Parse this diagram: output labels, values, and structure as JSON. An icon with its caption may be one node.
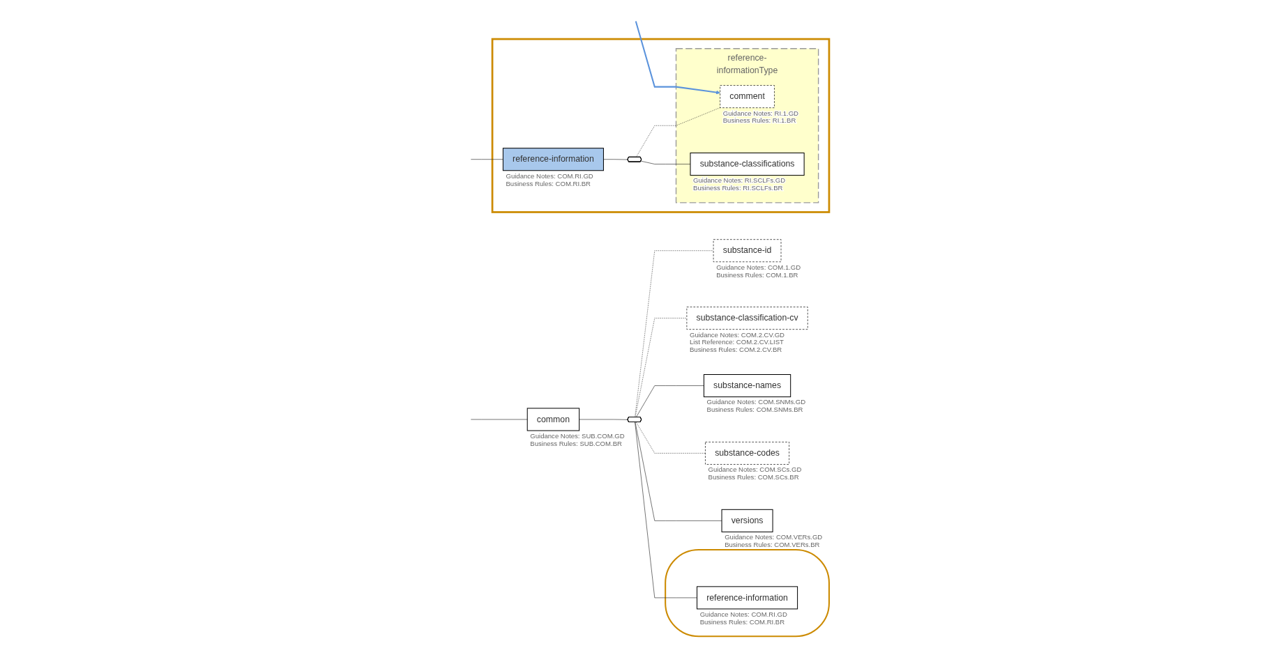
{
  "diagram": {
    "nodes": [
      {
        "text": [
          "common"
        ],
        "beside": [
          "Guidance Notes: SUB.COM.GD",
          "Business Rules: SUB.COM.BR"
        ]
      },
      {
        "text": [],
        "shape": "octagon"
      },
      {
        "text": [
          "substance-id"
        ],
        "beside": [
          "Guidance Notes: COM.1.GD",
          "Business Rules: COM.1.BR"
        ]
      },
      {
        "text": [
          "substance-classification-cv"
        ],
        "beside": [
          "Guidance Notes: COM.2.CV.GD",
          "List Reference: COM.2.CV.LIST",
          "Business Rules: COM.2.CV.BR"
        ]
      },
      {
        "text": [
          "substance-names"
        ],
        "beside": [
          "Guidance Notes: COM.SNMs.GD",
          "Business Rules: COM.SNMs.BR"
        ]
      },
      {
        "text": [
          "substance-codes"
        ],
        "beside": [
          "Guidance Notes: COM.SCs.GD",
          "Business Rules: COM.SCs.BR"
        ]
      },
      {
        "text": [
          "versions"
        ],
        "beside": [
          "Guidance Notes: COM.VERs.GD",
          "Business Rules: COM.VERs.BR"
        ]
      },
      {
        "text": [],
        "shape": "ellipse"
      },
      {
        "text": [
          "reference-information"
        ],
        "in": 7,
        "beside": [
          "Guidance Notes: COM.RI.GD",
          "Business Rules: COM.RI.BR"
        ]
      },
      {
        "text": [],
        "shape": "box"
      },
      {
        "text": [
          "reference-information"
        ],
        "in": 9,
        "beside": [
          "Guidance Notes: COM.RI.GD",
          "Business Rules: COM.RI.BR"
        ]
      },
      {
        "text": [],
        "shape": "octagon",
        "in": 9
      },
      {
        "text": [
          "reference-informationType"
        ],
        "in": 9
      },
      {
        "text": [
          "comment"
        ],
        "in": 12,
        "beside": [
          "Guidance Notes: RI.1.GD",
          "Business Rules: RI.1.BR"
        ]
      },
      {
        "text": [
          "substance-classifications"
        ],
        "in": 12,
        "beside": [
          "Guidance Notes: RI.SCLFs.GD",
          "Business Rules: RI.SCLFs.BR"
        ]
      }
    ],
    "edges": [
      {
        "from": null,
        "to": 0,
        "arrow": "none"
      },
      {
        "from": 0,
        "to": 1,
        "arrow": "none"
      },
      {
        "from": 1,
        "to": 2,
        "arrow": "none",
        "style": "dashed"
      },
      {
        "from": 1,
        "to": 3,
        "arrow": "none",
        "style": "dashed"
      },
      {
        "from": 1,
        "to": 4,
        "arrow": "none"
      },
      {
        "from": 1,
        "to": 5,
        "arrow": "none",
        "style": "dashed"
      },
      {
        "from": 1,
        "to": 6,
        "arrow": "none"
      },
      {
        "from": 1,
        "to": 8,
        "arrow": "none"
      },
      {
        "from": null,
        "to": 10,
        "arrow": "none"
      },
      {
        "from": 10,
        "to": 11,
        "arrow": "none"
      },
      {
        "from": 11,
        "to": 13,
        "arrow": "none",
        "style": "dashed"
      },
      {
        "from": 11,
        "to": 14,
        "arrow": "none"
      },
      {
        "from": null,
        "to": 13,
        "arrow": "to",
        "color": "#5b93dc"
      }
    ]
  }
}
